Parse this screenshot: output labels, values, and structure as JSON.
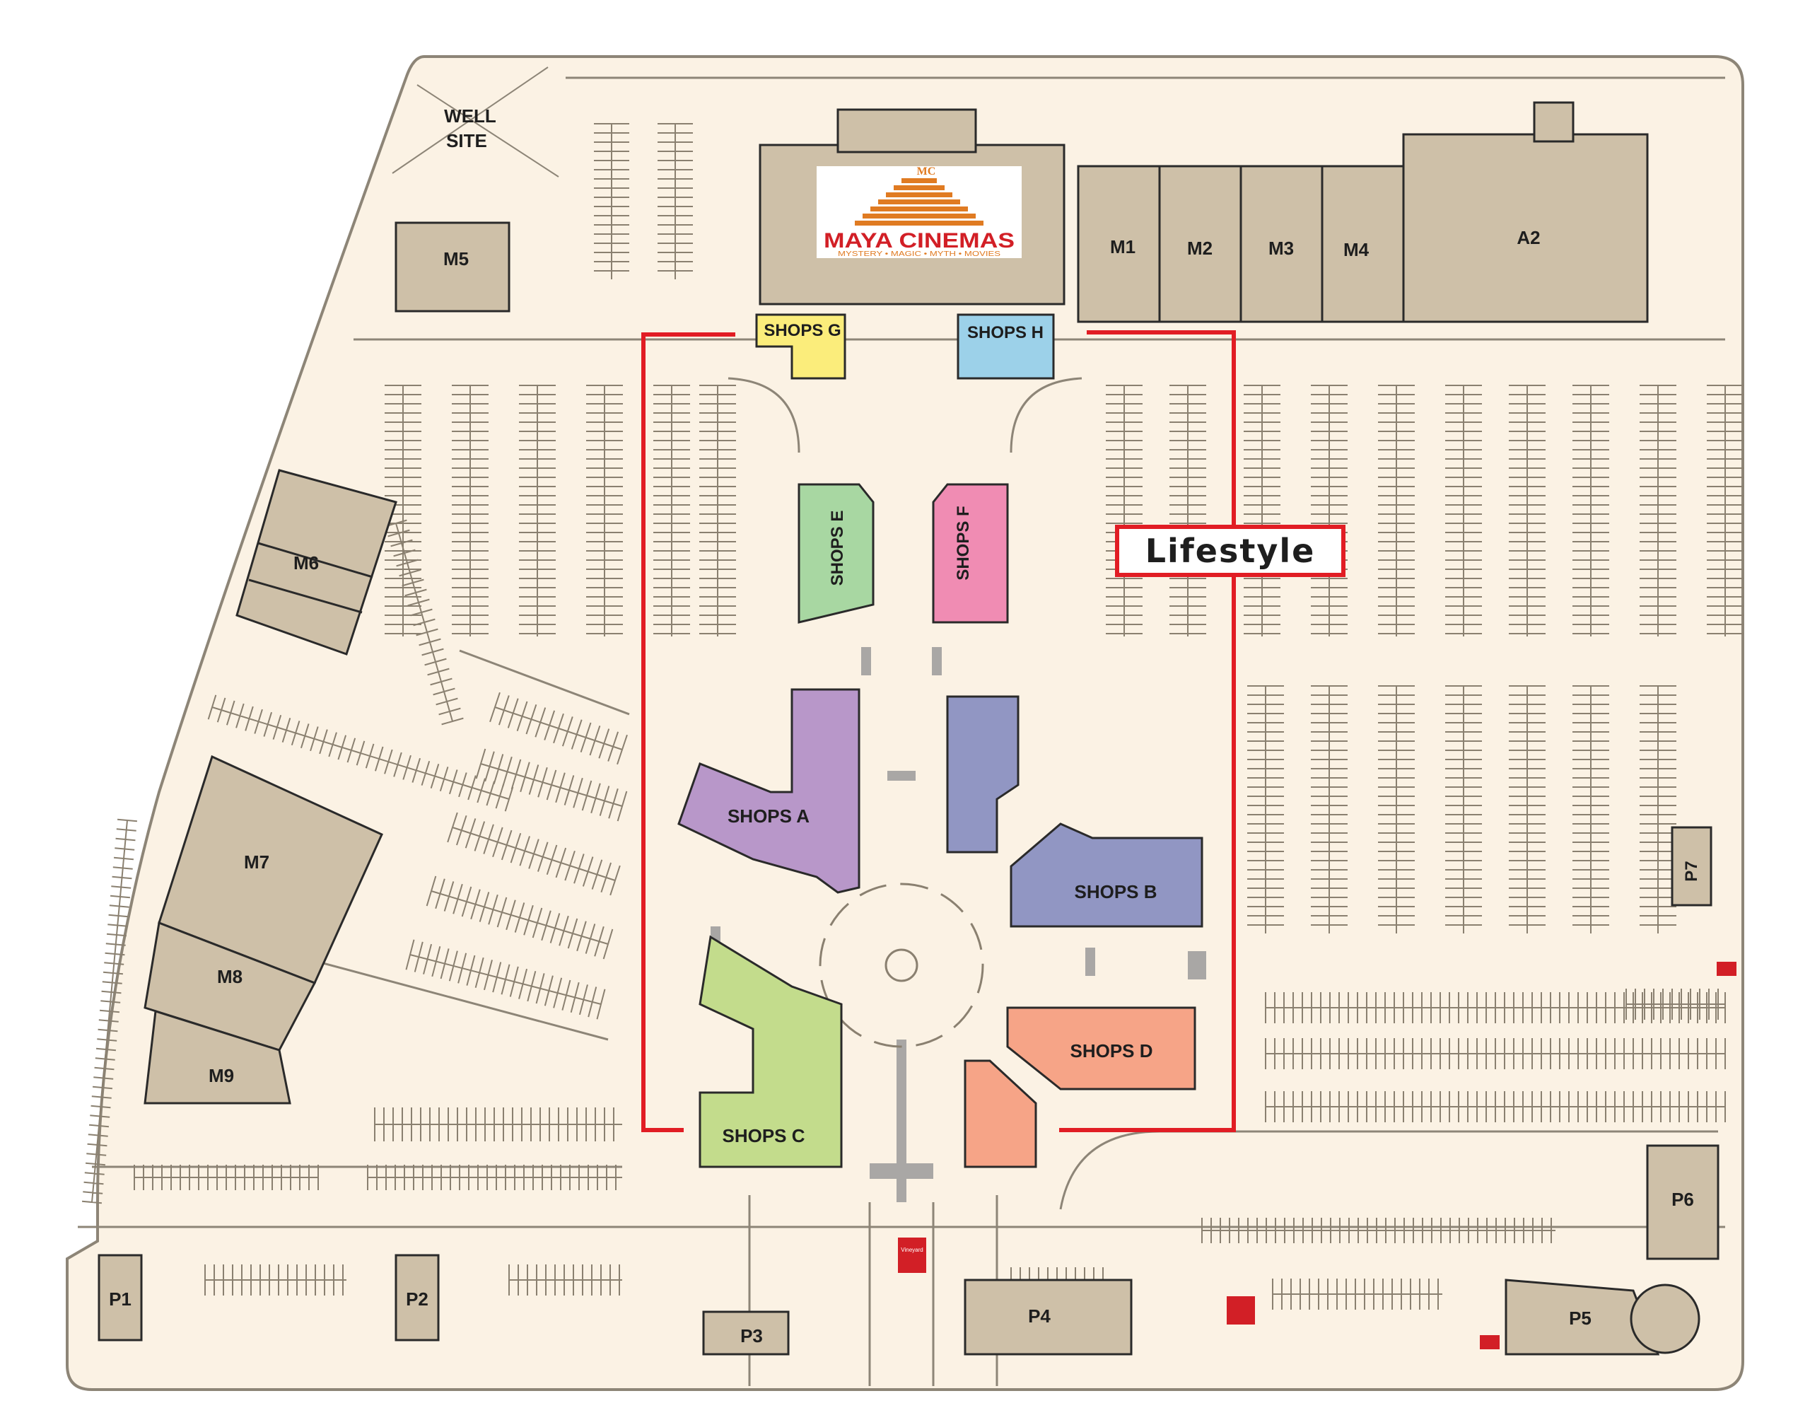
{
  "colors": {
    "ground": "#fbf2e4",
    "site_edge": "#8d8577",
    "building": "#cec0a8",
    "boundary": "#e11d24",
    "shops_a": "#b897c9",
    "shops_b": "#9196c3",
    "shops_c": "#c3dc8c",
    "shops_d": "#f6a487",
    "shops_e": "#a8d7a2",
    "shops_f": "#f08cb3",
    "shops_g": "#fbed7b",
    "shops_h": "#9cd1e9",
    "walkway": "#a9a7a5",
    "logo_orange": "#e07b22",
    "logo_red": "#d21f26"
  },
  "logo": {
    "name": "MAYA CINEMAS",
    "monogram": "MC",
    "tagline": "MYSTERY • MAGIC • MYTH • MOVIES"
  },
  "boundary_label": "Lifestyle",
  "well_site": {
    "line1": "WELL",
    "line2": "SITE"
  },
  "buildings": {
    "m1": "M1",
    "m2": "M2",
    "m3": "M3",
    "m4": "M4",
    "a2": "A2",
    "m5": "M5",
    "m6": "M6",
    "m7": "M7",
    "m8": "M8",
    "m9": "M9",
    "p1": "P1",
    "p2": "P2",
    "p3": "P3",
    "p4": "P4",
    "p5": "P5",
    "p6": "P6",
    "p7": "P7"
  },
  "shops": {
    "a": "SHOPS A",
    "b": "SHOPS B",
    "c": "SHOPS C",
    "d": "SHOPS D",
    "e": "SHOPS E",
    "f": "SHOPS F",
    "g": "SHOPS G",
    "h": "SHOPS H"
  },
  "signs": {
    "vineyard": "Vineyard"
  }
}
